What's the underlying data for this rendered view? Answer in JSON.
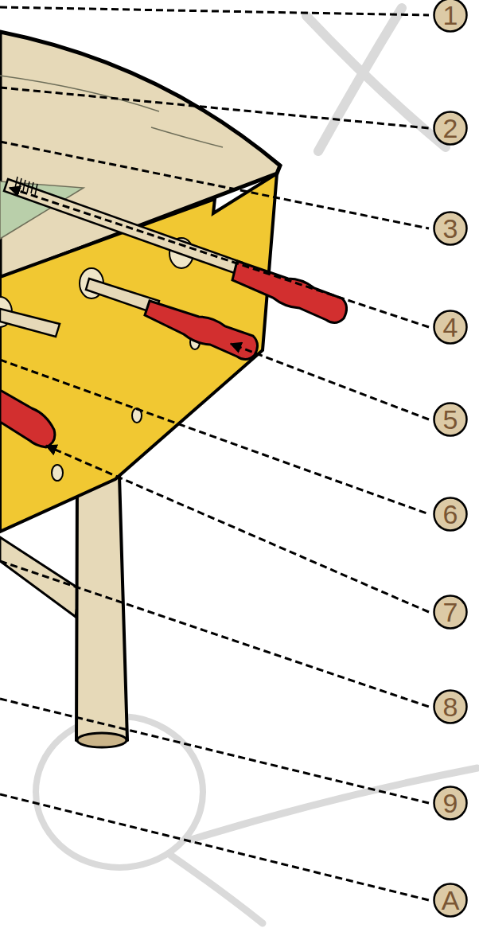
{
  "diagram": {
    "nodes": [
      {
        "text": [
          "1"
        ]
      },
      {
        "text": [
          "2"
        ]
      },
      {
        "text": [
          "3"
        ]
      },
      {
        "text": [
          "4"
        ]
      },
      {
        "text": [
          "5"
        ]
      },
      {
        "text": [
          "6"
        ]
      },
      {
        "text": [
          "7"
        ]
      },
      {
        "text": [
          "8"
        ]
      },
      {
        "text": [
          "9"
        ]
      },
      {
        "text": [
          "A"
        ]
      }
    ]
  }
}
